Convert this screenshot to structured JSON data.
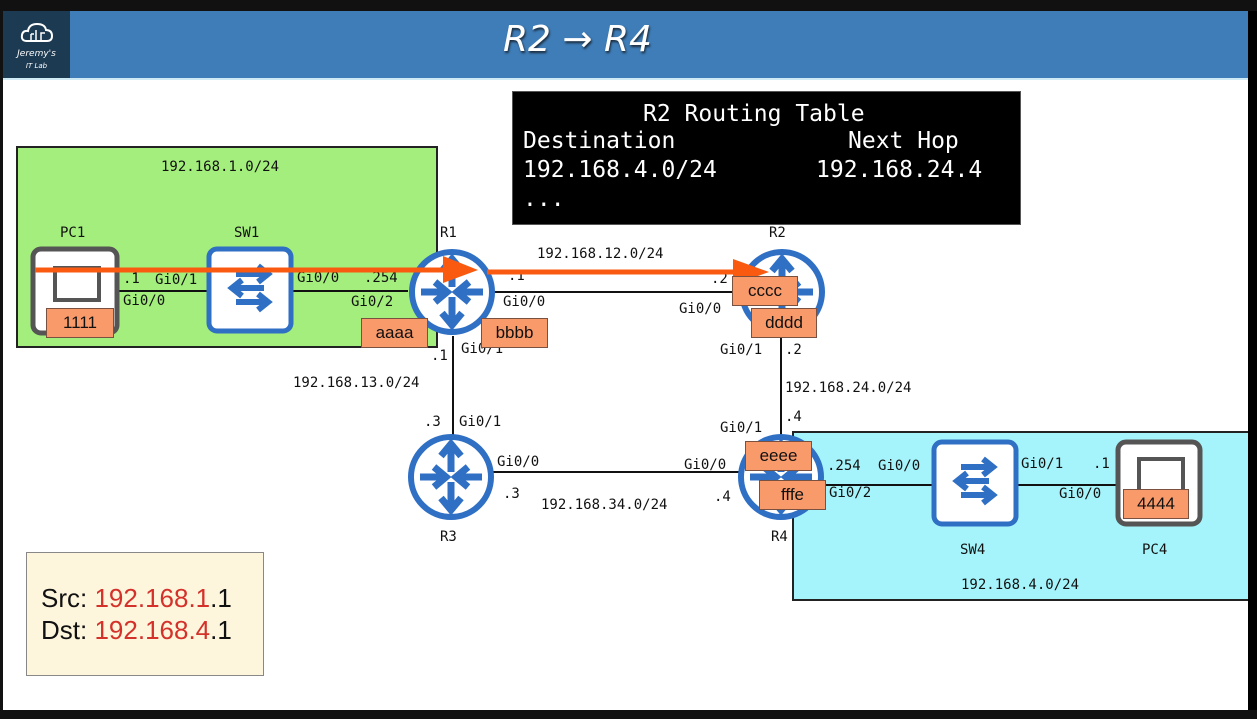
{
  "header": {
    "title": "R2 → R4",
    "logo_line1": "Jeremy's",
    "logo_line2": "IT Lab"
  },
  "routing_table": {
    "title": "R2 Routing Table",
    "col_destination": "Destination",
    "col_next_hop": "Next Hop",
    "rows": [
      {
        "destination": "192.168.4.0/24",
        "next_hop": "192.168.24.4"
      }
    ],
    "ellipsis": "..."
  },
  "networks": {
    "lan1": "192.168.1.0/24",
    "lan4": "192.168.4.0/24",
    "r1_r2": "192.168.12.0/24",
    "r1_r3": "192.168.13.0/24",
    "r2_r4": "192.168.24.0/24",
    "r3_r4": "192.168.34.0/24"
  },
  "devices": {
    "pc1": "PC1",
    "sw1": "SW1",
    "r1": "R1",
    "r2": "R2",
    "r3": "R3",
    "r4": "R4",
    "sw4": "SW4",
    "pc4": "PC4"
  },
  "interfaces": {
    "pc1_gi00": "Gi0/0",
    "pc1_ip": ".1",
    "sw1_gi01": "Gi0/1",
    "sw1_gi00": "Gi0/0",
    "r1_gi02": "Gi0/2",
    "r1_gi02_ip": ".254",
    "r1_gi00": "Gi0/0",
    "r1_gi00_ip": ".1",
    "r1_gi01": "Gi0/1",
    "r1_gi01_ip": ".1",
    "r2_gi00": "Gi0/0",
    "r2_gi00_ip": ".2",
    "r2_gi01": "Gi0/1",
    "r2_gi01_ip": ".2",
    "r3_gi01": "Gi0/1",
    "r3_gi01_ip": ".3",
    "r3_gi00": "Gi0/0",
    "r3_gi00_ip": ".3",
    "r4_gi00": "Gi0/0",
    "r4_gi00_ip": ".4",
    "r4_gi01": "Gi0/1",
    "r4_gi01_ip": ".4",
    "r4_gi02": "Gi0/2",
    "r4_gi02_ip": ".254",
    "sw4_gi00": "Gi0/0",
    "sw4_gi01": "Gi0/1",
    "pc4_gi00": "Gi0/0",
    "pc4_ip": ".1"
  },
  "mac_tags": {
    "pc1": "1111",
    "r1_gi02": "aaaa",
    "r1_gi00": "bbbb",
    "r2_gi00": "cccc",
    "r2_gi01": "dddd",
    "r4_gi01": "eeee",
    "r4_gi02": "fffe",
    "pc4": "4444"
  },
  "packet_info": {
    "src_label": "Src:",
    "src_net": "192.168.1",
    "src_host": ".1",
    "dst_label": "Dst:",
    "dst_net": "192.168.4",
    "dst_host": ".1"
  },
  "colors": {
    "header_blue": "#3f7db8",
    "lan1_green": "#a3ee7c",
    "lan4_cyan": "#a6f4fb",
    "device_blue": "#2f6fc4",
    "arrow_orange": "#fa5a0f",
    "tag_orange": "#f99a6b",
    "ip_red": "#d3312a"
  }
}
